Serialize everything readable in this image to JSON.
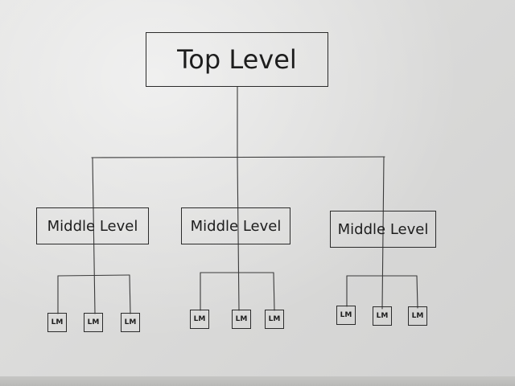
{
  "diagram": {
    "top": {
      "label": "Top Level"
    },
    "middle": [
      {
        "label": "Middle Level",
        "children": [
          "LM",
          "LM",
          "LM"
        ]
      },
      {
        "label": "Middle Level",
        "children": [
          "LM",
          "LM",
          "LM"
        ]
      },
      {
        "label": "Middle Level",
        "children": [
          "LM",
          "LM",
          "LM"
        ]
      }
    ]
  },
  "colors": {
    "ink": "#2b2b2b",
    "paper": "#dcdcdc"
  }
}
